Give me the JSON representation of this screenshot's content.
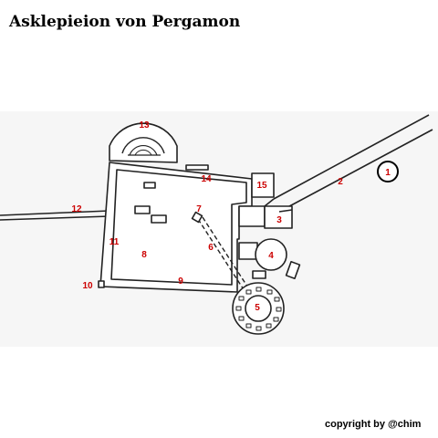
{
  "title": "Asklepieion von Pergamon",
  "copyright": "copyright by @chim",
  "colors": {
    "label": "#cc0000",
    "line": "#222222",
    "background_band": "#f4f4f4",
    "page": "#ffffff"
  },
  "labels": {
    "l1": "1",
    "l2": "2",
    "l3": "3",
    "l4": "4",
    "l5": "5",
    "l6": "6",
    "l7": "7",
    "l8": "8",
    "l9": "9",
    "l10": "10",
    "l11": "11",
    "l12": "12",
    "l13": "13",
    "l14": "14",
    "l15": "15"
  }
}
